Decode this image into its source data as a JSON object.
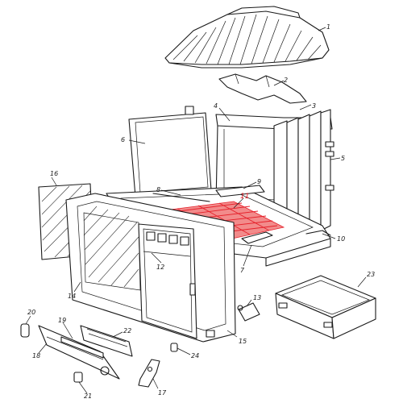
{
  "callouts": [
    {
      "id": "1",
      "label": "1"
    },
    {
      "id": "2",
      "label": "2"
    },
    {
      "id": "3",
      "label": "3"
    },
    {
      "id": "4",
      "label": "4"
    },
    {
      "id": "5",
      "label": "5"
    },
    {
      "id": "6",
      "label": "6"
    },
    {
      "id": "7",
      "label": "7"
    },
    {
      "id": "8",
      "label": "8"
    },
    {
      "id": "9",
      "label": "9"
    },
    {
      "id": "10",
      "label": "10"
    },
    {
      "id": "11",
      "label": "11",
      "highlight": true
    },
    {
      "id": "12",
      "label": "12"
    },
    {
      "id": "13",
      "label": "13"
    },
    {
      "id": "14",
      "label": "14"
    },
    {
      "id": "15",
      "label": "15"
    },
    {
      "id": "16",
      "label": "16"
    },
    {
      "id": "17",
      "label": "17"
    },
    {
      "id": "18",
      "label": "18"
    },
    {
      "id": "19",
      "label": "19"
    },
    {
      "id": "20",
      "label": "20"
    },
    {
      "id": "21",
      "label": "21"
    },
    {
      "id": "22",
      "label": "22"
    },
    {
      "id": "23",
      "label": "23"
    },
    {
      "id": "24",
      "label": "24"
    }
  ],
  "colors": {
    "highlight": "#e5202a",
    "highlight_fill": "#f28b8b",
    "line": "#1a1a1a"
  }
}
